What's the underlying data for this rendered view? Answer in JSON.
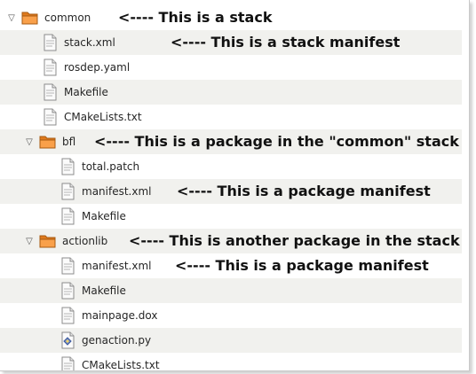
{
  "tree": {
    "common": {
      "name": "common",
      "annotation": "<---- This is a stack",
      "files": {
        "stack": {
          "name": "stack.xml",
          "annotation": "<---- This is a stack manifest"
        },
        "rosdep": {
          "name": "rosdep.yaml"
        },
        "makefile": {
          "name": "Makefile"
        },
        "cmake": {
          "name": "CMakeLists.txt"
        }
      }
    },
    "bfl": {
      "name": "bfl",
      "annotation": "<---- This is a package in the \"common\" stack",
      "files": {
        "patch": {
          "name": "total.patch"
        },
        "manifest": {
          "name": "manifest.xml",
          "annotation": "<---- This is a package manifest"
        },
        "makefile": {
          "name": "Makefile"
        }
      }
    },
    "actionlib": {
      "name": "actionlib",
      "annotation": "<---- This is another package in the stack",
      "files": {
        "manifest": {
          "name": "manifest.xml",
          "annotation": "<---- This is a package manifest"
        },
        "makefile": {
          "name": "Makefile"
        },
        "mainpage": {
          "name": "mainpage.dox"
        },
        "genaction": {
          "name": "genaction.py"
        },
        "cmake": {
          "name": "CMakeLists.txt"
        }
      }
    }
  },
  "icons": {
    "folder": "folder-open-icon",
    "file": "text-file-icon",
    "script": "python-script-icon",
    "expander": "chevron-down-icon"
  },
  "colors": {
    "folder_orange": "#f08a2c",
    "stripe": "#f1f1ee"
  }
}
